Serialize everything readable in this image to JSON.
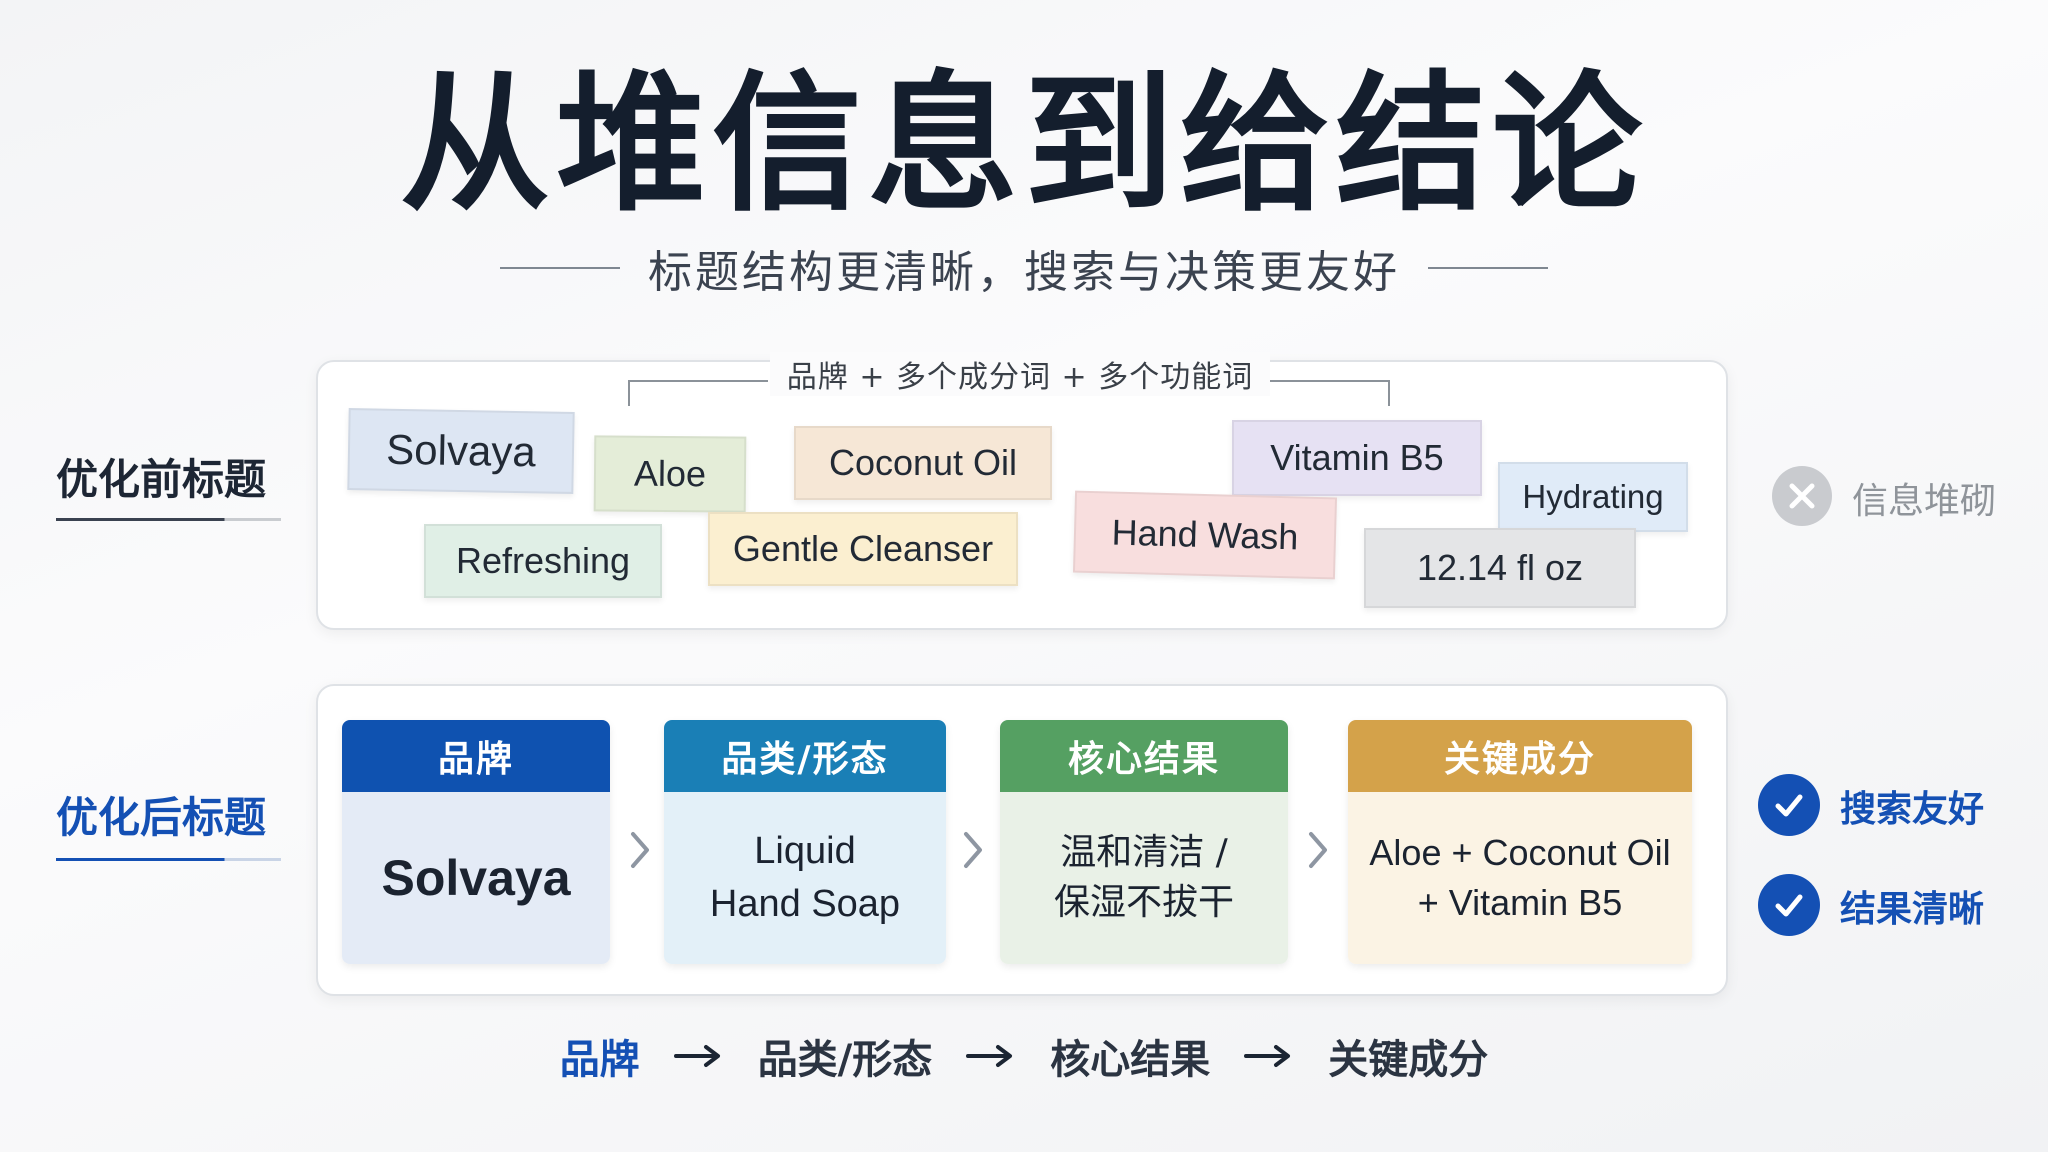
{
  "title": "从堆信息到给结论",
  "subtitle": "标题结构更清晰，搜索与决策更友好",
  "before": {
    "label": "优化前标题",
    "annotation": "品牌 + 多个成分词 + 多个功能词",
    "chips": [
      {
        "text": "Solvaya",
        "color": "#dde6f3"
      },
      {
        "text": "Aloe",
        "color": "#e4edd8"
      },
      {
        "text": "Coconut Oil",
        "color": "#f6e7d6"
      },
      {
        "text": "Vitamin B5",
        "color": "#e6e1f3"
      },
      {
        "text": "Hydrating",
        "color": "#e0ebf8"
      },
      {
        "text": "Refreshing",
        "color": "#e0efe6"
      },
      {
        "text": "Gentle Cleanser",
        "color": "#fbefd0"
      },
      {
        "text": "Hand Wash",
        "color": "#f8dede"
      },
      {
        "text": "12.14 fl oz",
        "color": "#e4e5e7"
      }
    ],
    "verdict": "信息堆砌"
  },
  "after": {
    "label": "优化后标题",
    "cards": [
      {
        "header": "品牌",
        "body": "Solvaya",
        "head_color": "#0f52b0",
        "body_color": "#e4ebf6"
      },
      {
        "header": "品类/形态",
        "body_lines": [
          "Liquid",
          "Hand Soap"
        ],
        "head_color": "#1a7fb6",
        "body_color": "#e3f0f8"
      },
      {
        "header": "核心结果",
        "body_lines": [
          "温和清洁 /",
          "保湿不拔干"
        ],
        "head_color": "#55a062",
        "body_color": "#e9f1e7"
      },
      {
        "header": "关键成分",
        "body_lines": [
          "Aloe + Coconut Oil",
          "+ Vitamin B5"
        ],
        "head_color": "#d4a24a",
        "body_color": "#fbf3e4"
      }
    ],
    "benefits": [
      "搜索友好",
      "结果清晰"
    ]
  },
  "bottom_flow": [
    "品牌",
    "品类/形态",
    "核心结果",
    "关键成分"
  ],
  "colors": {
    "title": "#141e2d",
    "accent_blue": "#1450b4",
    "muted": "#8f949a"
  }
}
